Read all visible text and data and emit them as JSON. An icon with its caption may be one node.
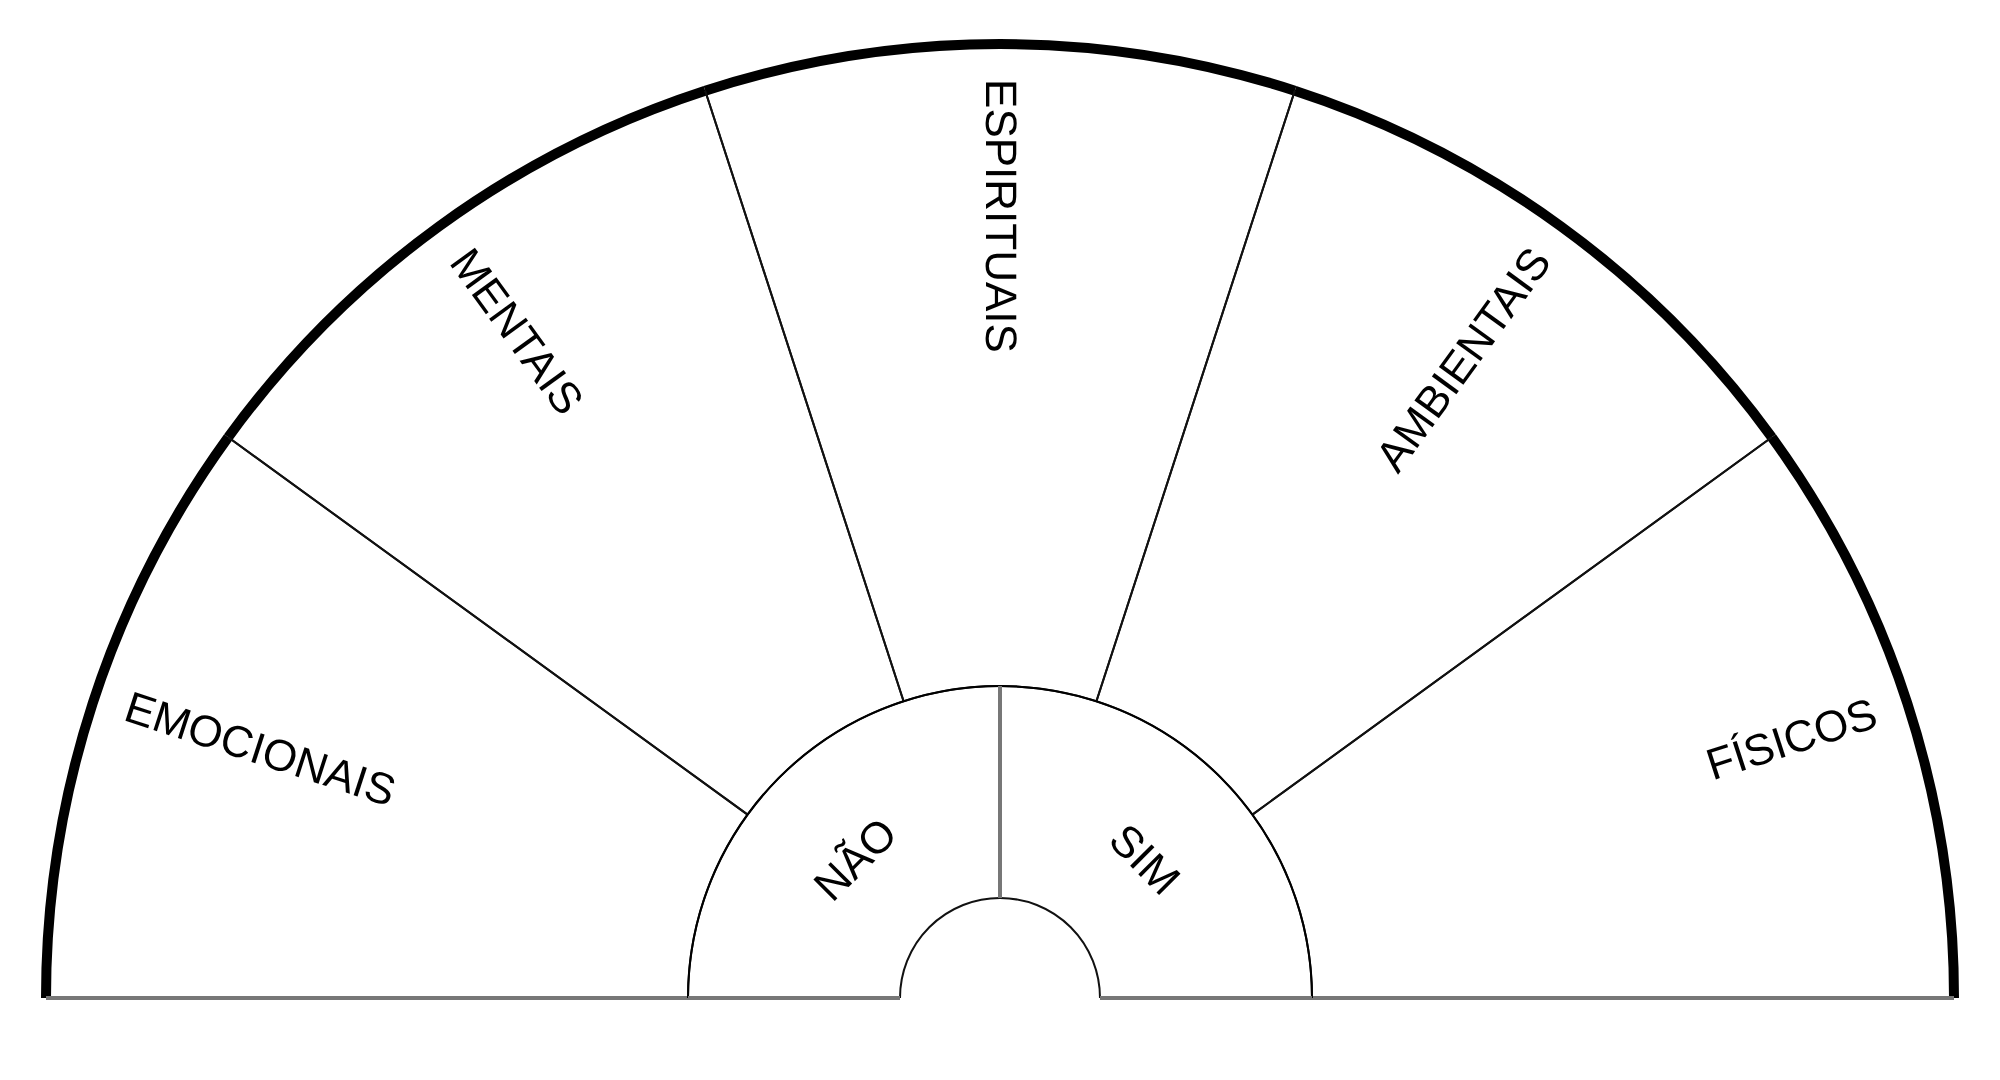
{
  "diagram": {
    "nodes": [
      {
        "text": [
          "EMOCIONAIS"
        ]
      },
      {
        "text": [
          "MENTAIS"
        ]
      },
      {
        "text": [
          "ESPIRITUAIS"
        ]
      },
      {
        "text": [
          "AMBIENTAIS"
        ]
      },
      {
        "text": [
          "FÍSICOS"
        ]
      },
      {
        "text": [
          "NÃO"
        ]
      },
      {
        "text": [
          "SIM"
        ]
      }
    ]
  }
}
